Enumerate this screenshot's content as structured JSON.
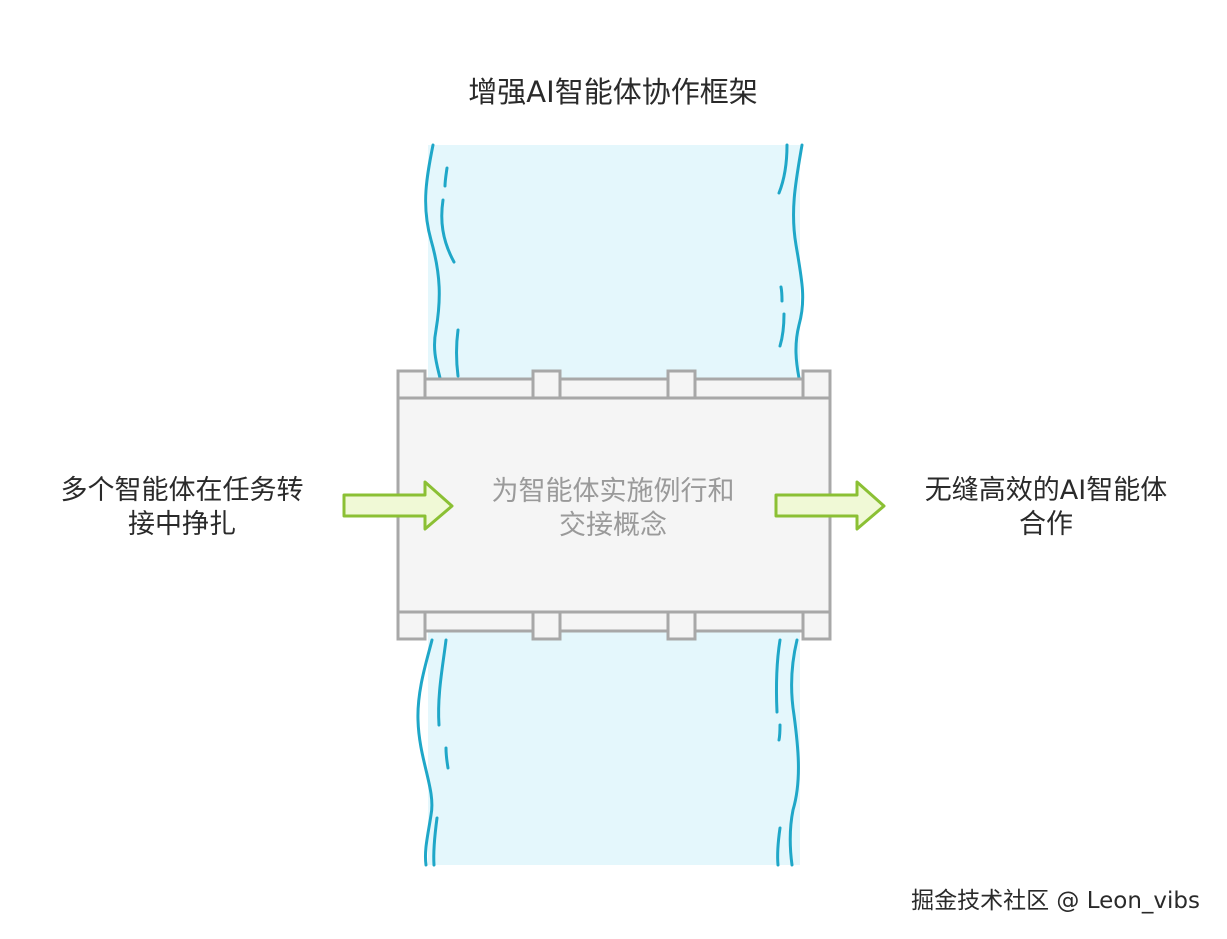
{
  "title": "增强AI智能体协作框架",
  "left_label": {
    "line1": "多个智能体在任务转",
    "line2": "接中挣扎"
  },
  "center_label": {
    "line1": "为智能体实施例行和",
    "line2": "交接概念"
  },
  "right_label": {
    "line1": "无缝高效的AI智能体",
    "line2": "合作"
  },
  "watermark": "掘金技术社区 @ Leon_vibs",
  "colors": {
    "river_fill": "#e4f7fc",
    "river_stroke": "#1fa7c8",
    "bridge_fill": "#f5f5f5",
    "bridge_stroke": "#a8a8a8",
    "arrow_fill": "#f0f9d6",
    "arrow_stroke": "#8bc034"
  },
  "icons": {
    "left_arrow": "right-arrow-icon",
    "right_arrow": "right-arrow-icon"
  }
}
